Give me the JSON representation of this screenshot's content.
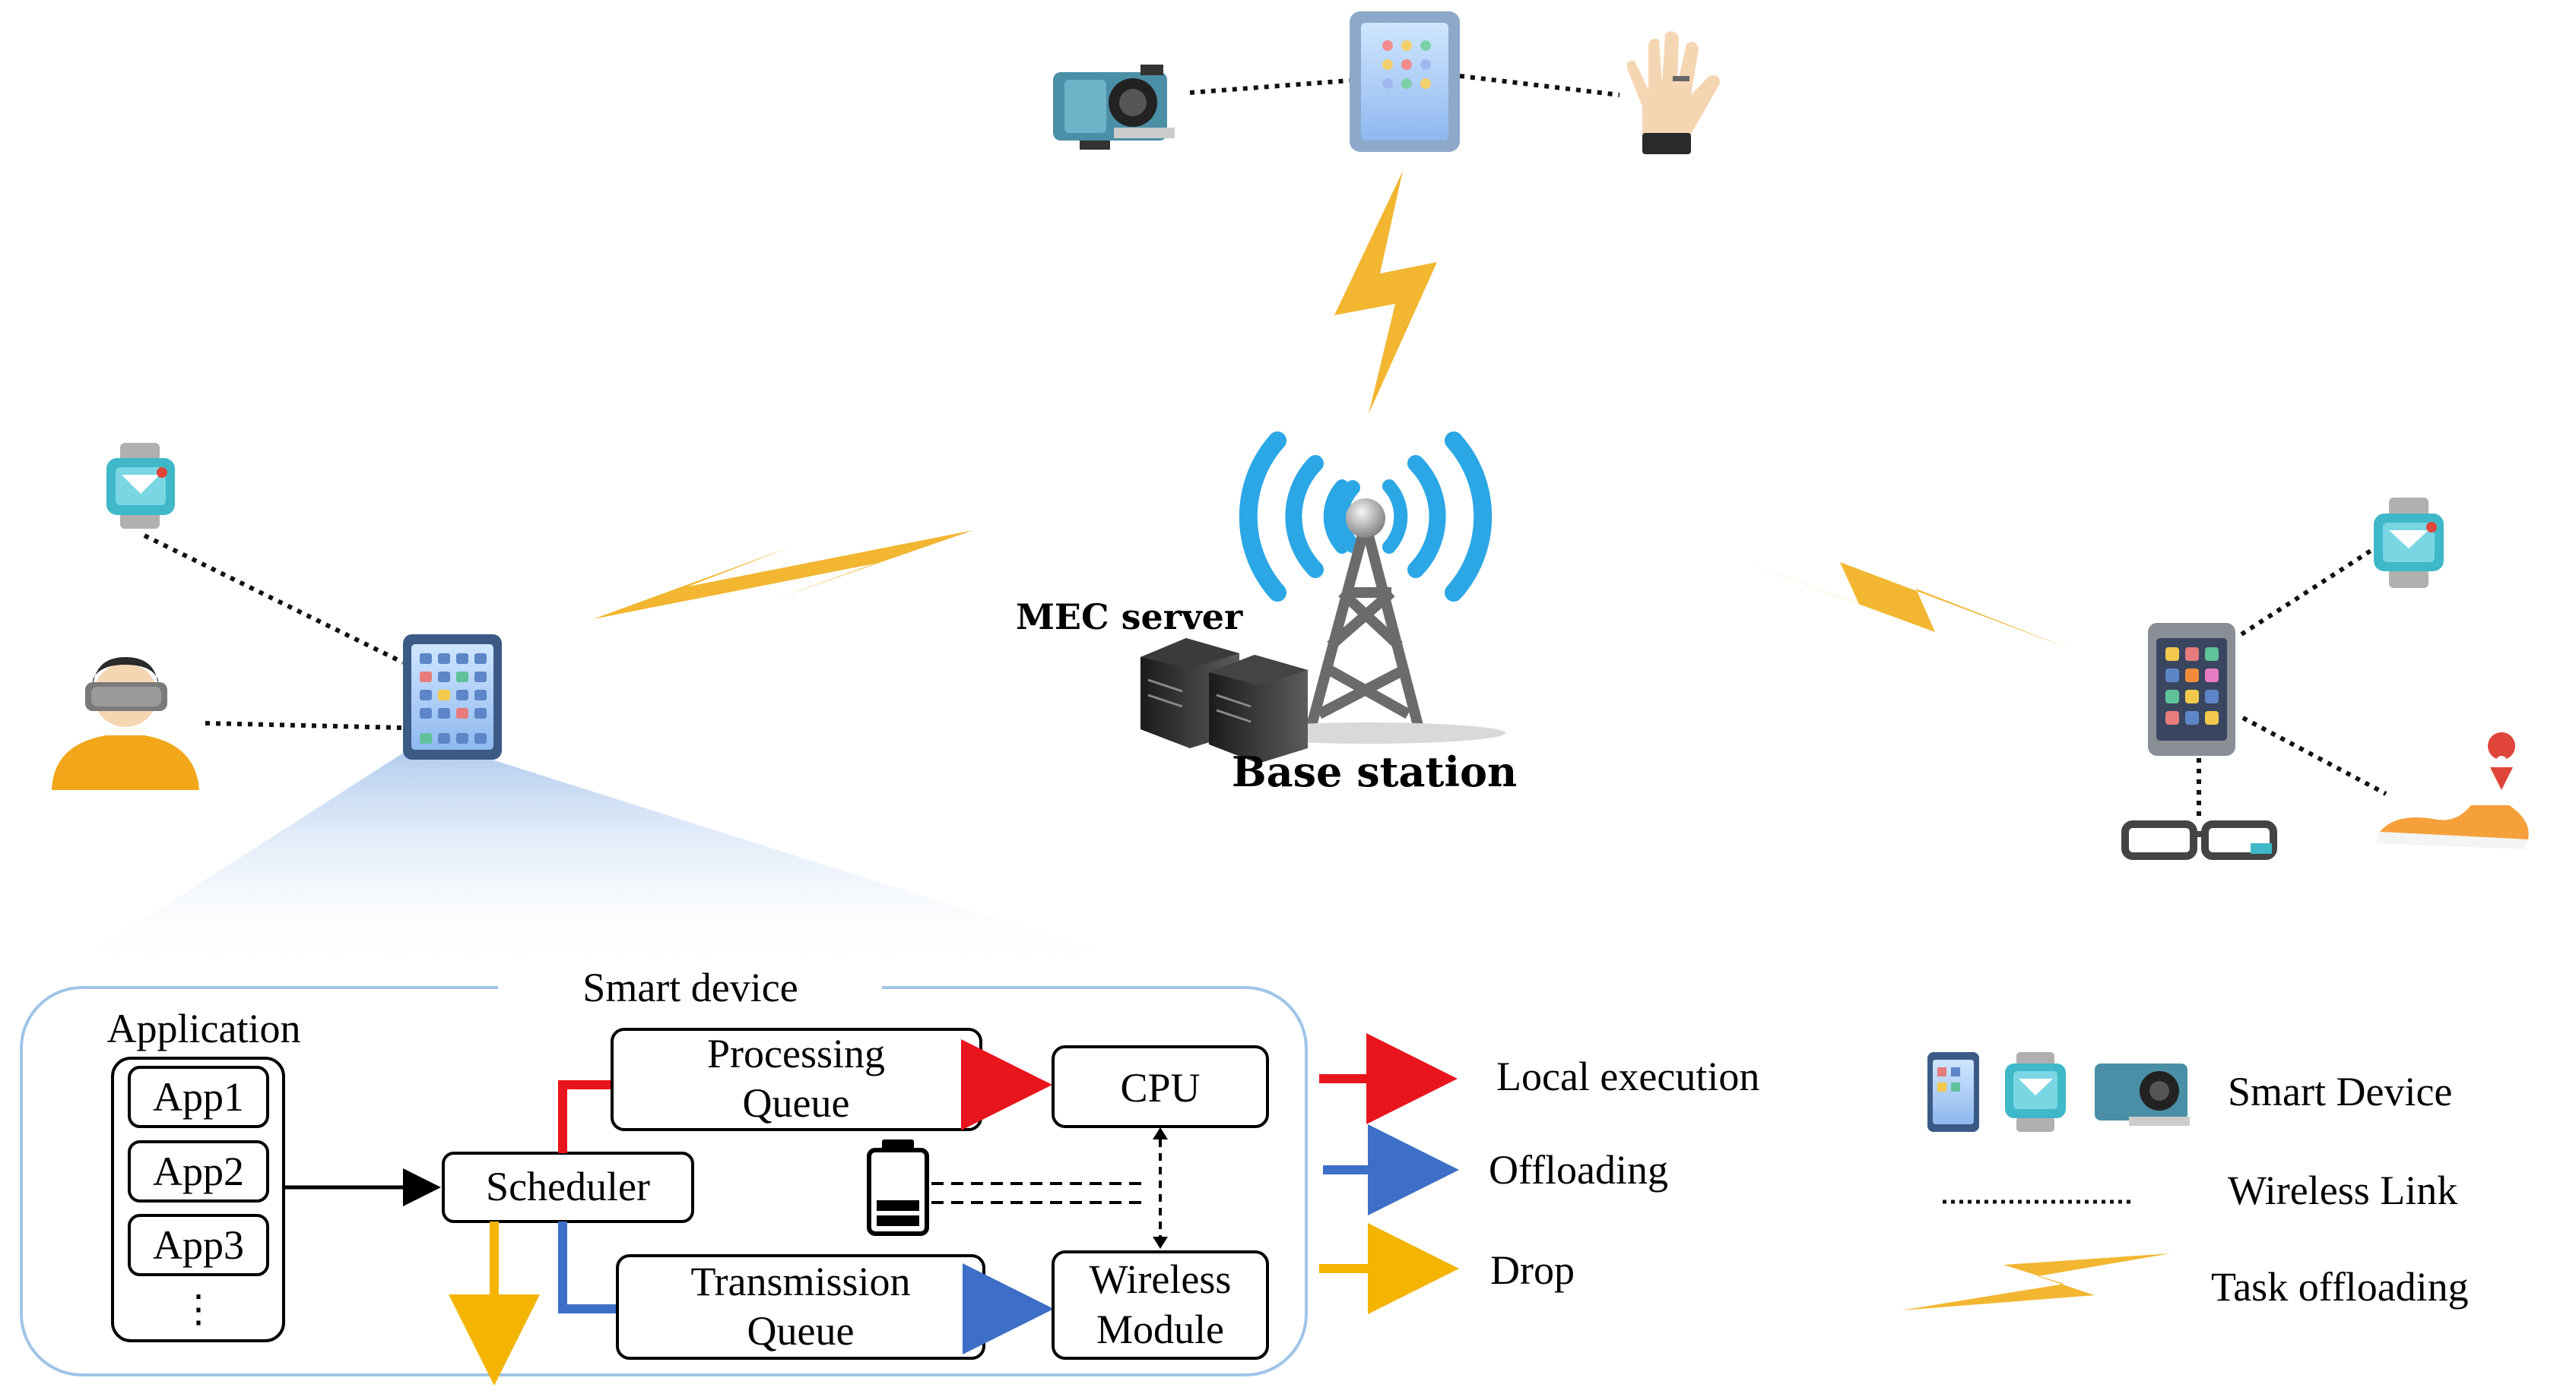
{
  "labels": {
    "mec_server": "MEC server",
    "base_station": "Base station",
    "smart_device_title": "Smart device",
    "application": "Application",
    "app1": "App1",
    "app2": "App2",
    "app3": "App3",
    "app_more": "⋮",
    "scheduler": "Scheduler",
    "processing_queue_1": "Processing",
    "processing_queue_2": "Queue",
    "transmission_queue_1": "Transmission",
    "transmission_queue_2": "Queue",
    "cpu": "CPU",
    "wireless_module_1": "Wireless",
    "wireless_module_2": "Module"
  },
  "legend": {
    "local_execution": "Local execution",
    "offloading": "Offloading",
    "drop": "Drop",
    "smart_device": "Smart Device",
    "wireless_link": "Wireless Link",
    "task_offloading": "Task offloading"
  },
  "colors": {
    "local_execution": "#e8151c",
    "offloading": "#3d6fc6",
    "drop": "#f4b400",
    "bolt": "#f2b631",
    "signal": "#2ba7e6",
    "frame": "#9fc4e8"
  }
}
